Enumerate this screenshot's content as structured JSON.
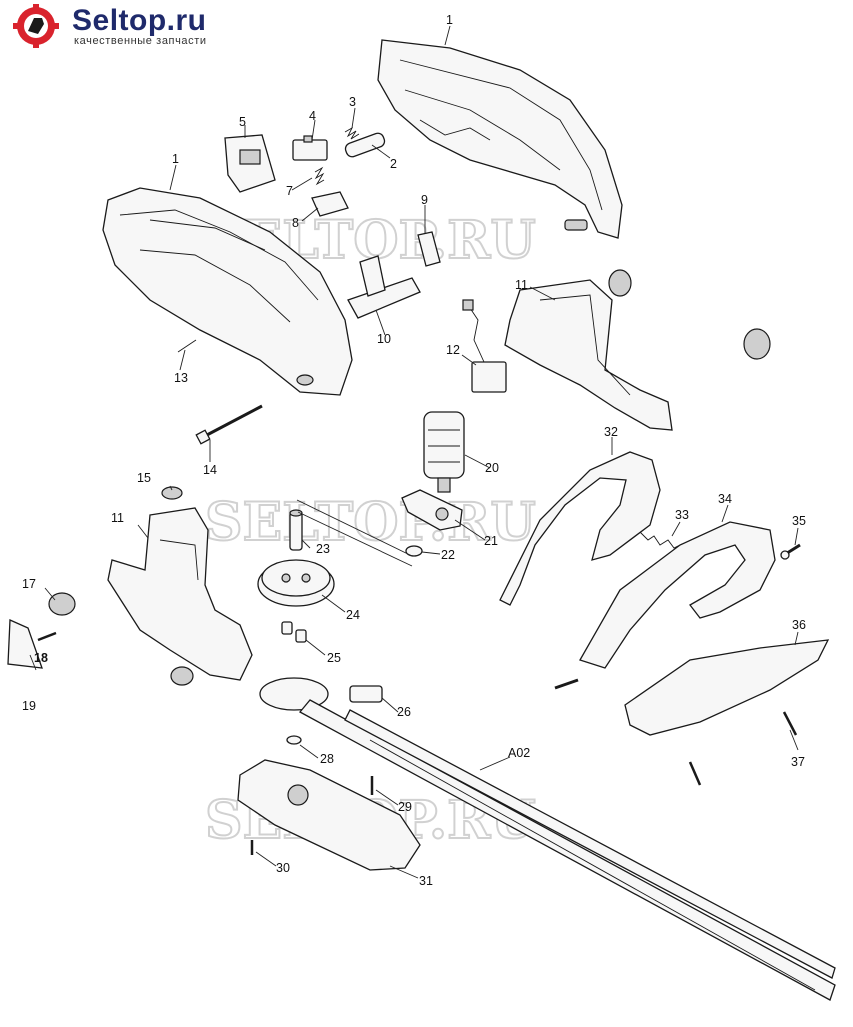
{
  "brand": {
    "name": "Seltop.ru",
    "tagline": "качественные запчасти"
  },
  "watermarks": [
    "SELTOP.RU",
    "SELTOP.RU",
    "SELTOP.RU"
  ],
  "colors": {
    "brand_red": "#d9232d",
    "brand_navy": "#1f2a6b",
    "line": "#1a1a1a",
    "watermark": "#c9c9c9"
  },
  "labels": {
    "p1a": "1",
    "p1b": "1",
    "p2": "2",
    "p3": "3",
    "p4": "4",
    "p5": "5",
    "p7": "7",
    "p8": "8",
    "p9": "9",
    "p10": "10",
    "p11a": "11",
    "p11b": "11",
    "p12": "12",
    "p13": "13",
    "p14": "14",
    "p15": "15",
    "p17": "17",
    "p18": "18",
    "p19": "19",
    "p20": "20",
    "p21": "21",
    "p22": "22",
    "p23": "23",
    "p24": "24",
    "p25": "25",
    "p26": "26",
    "p28": "28",
    "p29": "29",
    "p30": "30",
    "p31": "31",
    "p32": "32",
    "p33": "33",
    "p34": "34",
    "p35": "35",
    "p36": "36",
    "p37": "37",
    "pA02": "A02"
  }
}
